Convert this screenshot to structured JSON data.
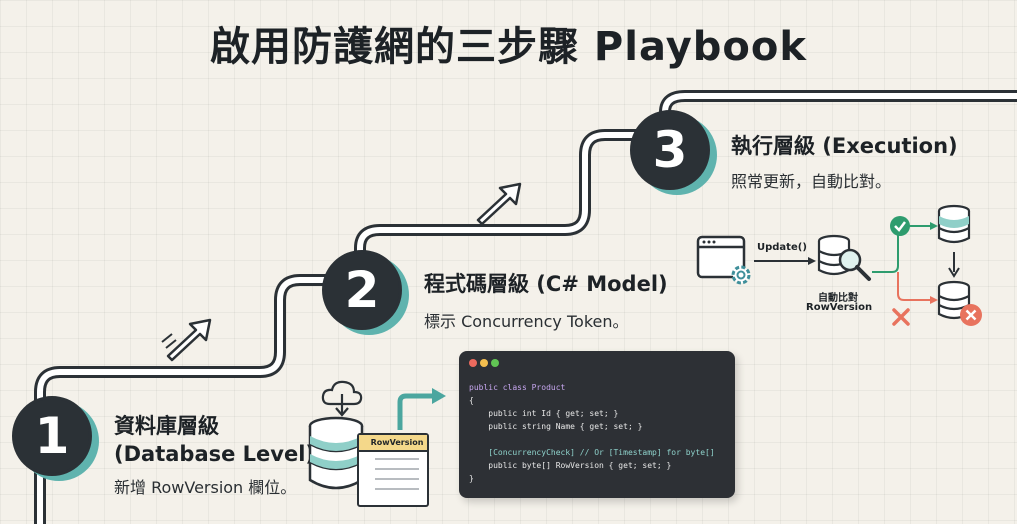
{
  "title": "啟用防護網的三步驟 Playbook",
  "steps": [
    {
      "number": "1",
      "title_line1": "資料庫層級",
      "title_line2": "(Database Level)",
      "subtitle": "新增 RowVersion 欄位。"
    },
    {
      "number": "2",
      "title": "程式碼層級 (C# Model)",
      "subtitle": "標示 Concurrency Token。"
    },
    {
      "number": "3",
      "title": "執行層級 (Execution)",
      "subtitle": "照常更新，自動比對。"
    }
  ],
  "db_table_header": "RowVersion",
  "code": {
    "lines": [
      "public class Product",
      "{",
      "    public int Id { get; set; }",
      "    public string Name { get; set; }",
      "",
      "    [ConcurrencyCheck] // Or [Timestamp] for byte[]",
      "    public byte[] RowVersion { get; set; }",
      "}"
    ]
  },
  "execution": {
    "update_label": "Update()",
    "compare_label_line1": "自動比對",
    "compare_label_line2": "RowVersion"
  },
  "colors": {
    "accent_teal": "#5fb3ae",
    "dark": "#2b3136",
    "success_green": "#2e9c6e",
    "error_coral": "#e8735e",
    "table_header": "#f4d88a",
    "background": "#f4f1ea"
  },
  "icons": [
    "arrow-up-right-icon",
    "database-icon",
    "cloud-download-icon",
    "browser-window-icon",
    "gear-icon",
    "magnifier-icon",
    "check-icon",
    "cross-icon"
  ]
}
